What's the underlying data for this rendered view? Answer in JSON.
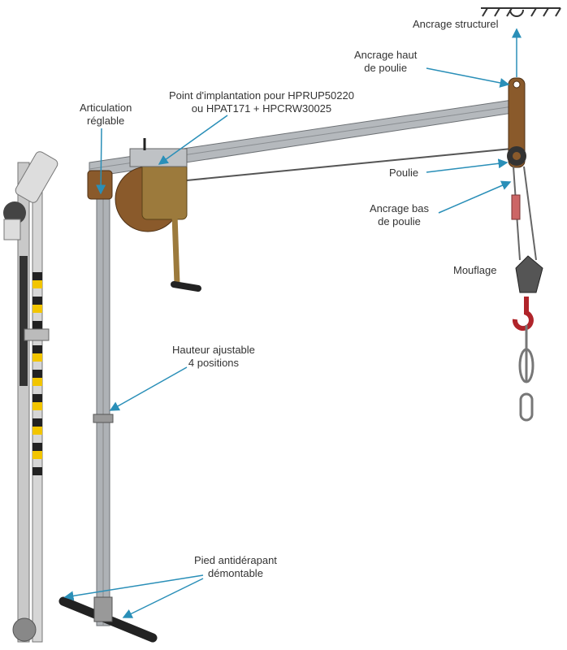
{
  "labels": {
    "ancrage_structurel": "Ancrage structurel",
    "ancrage_haut": [
      "Ancrage haut",
      "de poulie"
    ],
    "point_implantation": [
      "Point d'implantation pour HPRUP50220",
      "ou HPAT171 + HPCRW30025"
    ],
    "articulation": [
      "Articulation",
      "réglable"
    ],
    "poulie": "Poulie",
    "ancrage_bas": [
      "Ancrage bas",
      "de poulie"
    ],
    "mouflage": "Mouflage",
    "hauteur": [
      "Hauteur ajustable",
      "4 positions"
    ],
    "pied": [
      "Pied antidérapant",
      "démontable"
    ]
  },
  "colors": {
    "arrow": "#2a8fb8",
    "steel": "#a9adb2",
    "bronze": "#8a5a2b",
    "hook": "#b0242a",
    "stripe": "#f2c500"
  }
}
